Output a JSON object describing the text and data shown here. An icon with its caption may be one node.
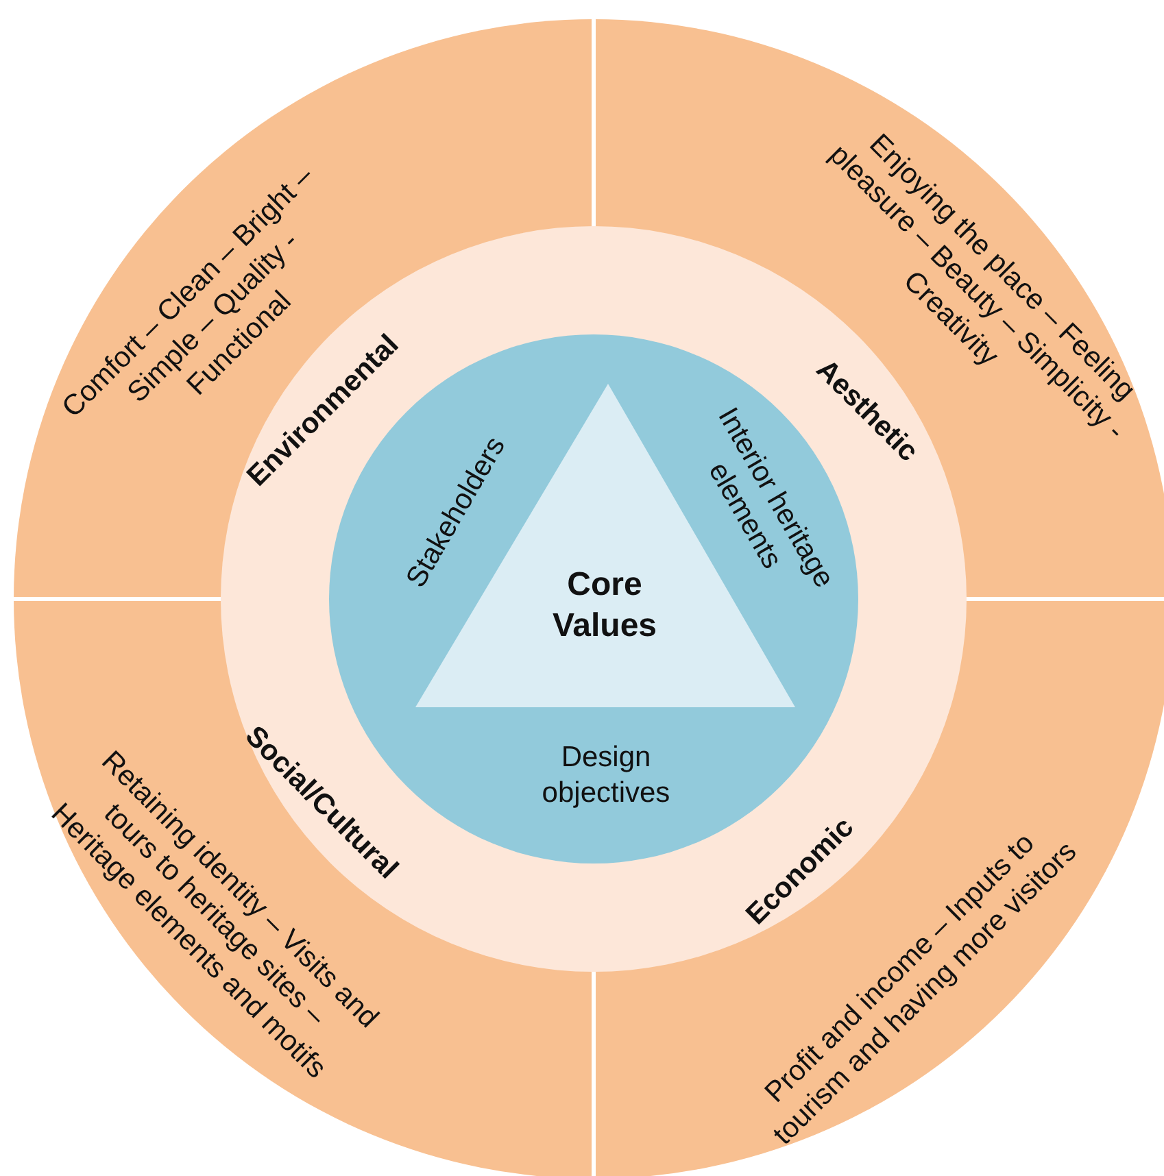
{
  "diagram": {
    "nodes": [
      {
        "text": [
          "Comfort – Clean – Bright – Simple – Quality - Functional",
          "Enjoying the place – Feeling pleasure – Beauty – Simplicity - Creativity",
          "Retaining identity – Visits and tours to heritage sites – Heritage elements and motifs",
          "Profit and income – Inputs to tourism and having more visitors"
        ]
      },
      {
        "text": [
          "Environmental",
          "Aesthetic",
          "Social/Cultural",
          "Economic"
        ],
        "in": 0
      },
      {
        "text": [
          "Stakeholders",
          "Interior heritage elements",
          "Design objectives"
        ],
        "in": 1
      },
      {
        "text": [
          "Core Values"
        ],
        "in": 2
      }
    ]
  }
}
